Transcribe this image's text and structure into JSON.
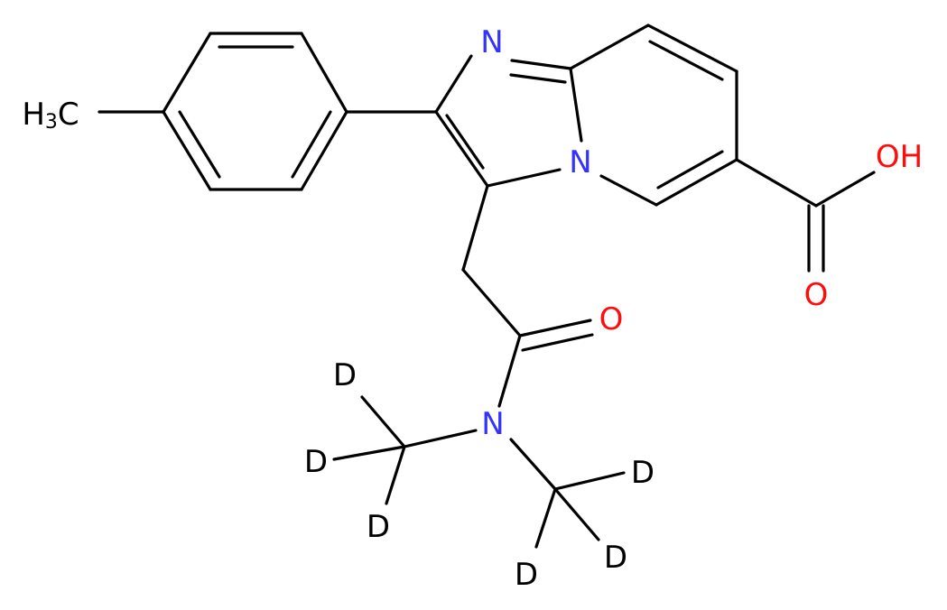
{
  "colors": {
    "bond": "#000000",
    "carbon": "#000000",
    "nitrogen": "#3333ff",
    "oxygen": "#ff0d0d",
    "deuterium": "#000000"
  },
  "atoms": {
    "methyl_h": "H",
    "methyl_c": "C",
    "methyl_sub": "3",
    "n_imine": "N",
    "n_bridge": "N",
    "oh": "OH",
    "o_carbonyl_acid": "O",
    "o_amide": "O",
    "n_amide": "N",
    "d1": "D",
    "d2": "D",
    "d3": "D",
    "d4": "D",
    "d5": "D",
    "d6": "D"
  }
}
